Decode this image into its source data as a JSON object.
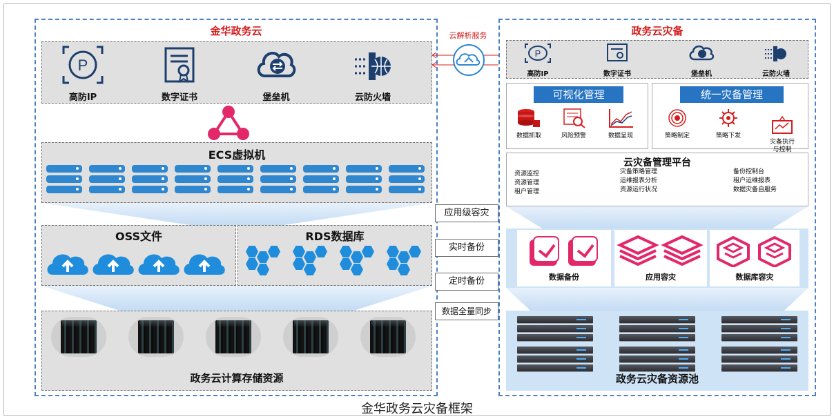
{
  "caption": "金华政务云灾备框架",
  "left": {
    "title": "金华政务云",
    "security_items": [
      {
        "label": "高防IP",
        "icon": "p-shield-icon"
      },
      {
        "label": "数字证书",
        "icon": "certificate-icon"
      },
      {
        "label": "堡垒机",
        "icon": "bastion-cloud-icon"
      },
      {
        "label": "云防火墙",
        "icon": "firewall-icon"
      }
    ],
    "ecs_title": "ECS虚拟机",
    "oss_title": "OSS文件",
    "rds_title": "RDS数据库",
    "resource_title": "政务云计算存储资源"
  },
  "middle": {
    "dns_label": "云解析服务",
    "links": [
      "应用级容灾",
      "实时备份",
      "定时备份",
      "数据全量同步"
    ]
  },
  "right": {
    "title": "政务云灾备",
    "security_items": [
      {
        "label": "高防IP",
        "icon": "p-shield-icon"
      },
      {
        "label": "数字证书",
        "icon": "certificate-icon"
      },
      {
        "label": "堡垒机",
        "icon": "bastion-cloud-icon"
      },
      {
        "label": "云防火墙",
        "icon": "firewall-icon"
      }
    ],
    "visual_mgmt": {
      "title": "可视化管理",
      "items": [
        {
          "label": "数据抓取",
          "icon": "database-icon"
        },
        {
          "label": "风险预警",
          "icon": "risk-warning-icon"
        },
        {
          "label": "数据呈现",
          "icon": "line-chart-icon"
        }
      ]
    },
    "unified_mgmt": {
      "title": "统一灾备管理",
      "items": [
        {
          "label": "策略制定",
          "icon": "target-icon"
        },
        {
          "label": "策略下发",
          "icon": "gear-icon"
        },
        {
          "label": "灾备执行\n与控制",
          "icon": "monitor-control-icon"
        }
      ]
    },
    "platform": {
      "title": "云灾备管理平台",
      "col1": [
        "资源监控",
        "资源管理",
        "租户管理"
      ],
      "col2": [
        "灾备策略管理",
        "运维报表分析",
        "资源运行状况"
      ],
      "col3": [
        "备份控制台",
        "租户运维报表",
        "数据灾备自服务"
      ]
    },
    "tiles": [
      {
        "label": "数据备份",
        "icon": "data-backup-icon"
      },
      {
        "label": "应用容灾",
        "icon": "layers-icon"
      },
      {
        "label": "数据库容灾",
        "icon": "database-dr-icon"
      }
    ],
    "pool_title": "政务云灾备资源池"
  },
  "colors": {
    "accent_red": "#d51d1d",
    "brand_blue": "#2774c2",
    "server_blue": "#2e87cf",
    "pink": "#e3286a"
  }
}
